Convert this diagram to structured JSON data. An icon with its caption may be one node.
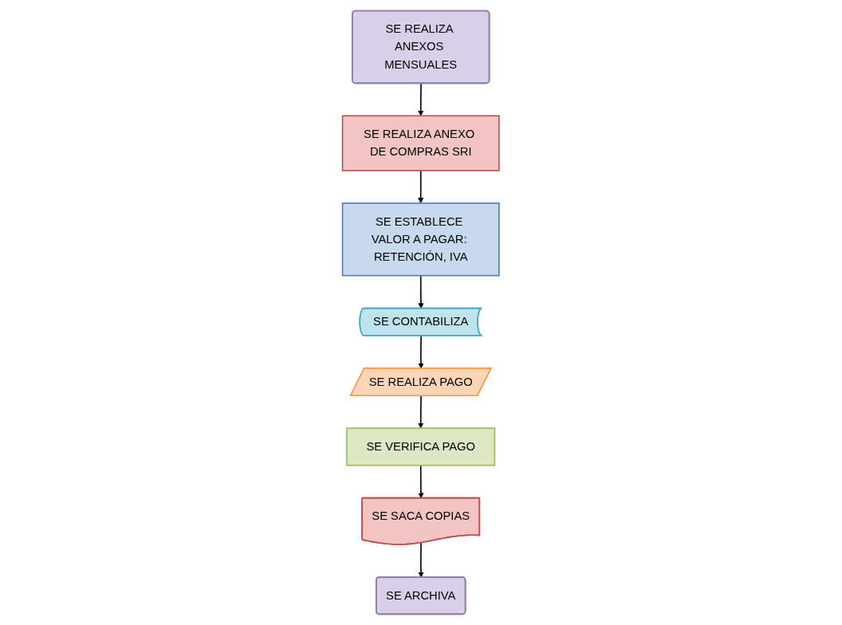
{
  "diagram": {
    "nodes": [
      {
        "text": [
          "SE REALIZA ANEXOS MENSUALES"
        ]
      },
      {
        "text": [
          "SE REALIZA ANEXO DE COMPRAS SRI"
        ]
      },
      {
        "text": [
          "SE ESTABLECE VALOR A PAGAR: RETENCIÓN, IVA"
        ]
      },
      {
        "text": [
          "SE CONTABILIZA"
        ]
      },
      {
        "text": [
          "SE REALIZA PAGO"
        ]
      },
      {
        "text": [
          "SE VERIFICA PAGO"
        ]
      },
      {
        "text": [
          "SE SACA COPIAS"
        ]
      },
      {
        "text": [
          "SE ARCHIVA"
        ]
      }
    ],
    "edges": [
      {
        "from": 0,
        "to": 1,
        "arrow": "to"
      },
      {
        "from": 1,
        "to": 2,
        "arrow": "to"
      },
      {
        "from": 2,
        "to": 3,
        "arrow": "to"
      },
      {
        "from": 3,
        "to": 4,
        "arrow": "to"
      },
      {
        "from": 4,
        "to": 5,
        "arrow": "to"
      },
      {
        "from": 5,
        "to": 6,
        "arrow": "to"
      },
      {
        "from": 6,
        "to": 7,
        "arrow": "to"
      }
    ]
  }
}
